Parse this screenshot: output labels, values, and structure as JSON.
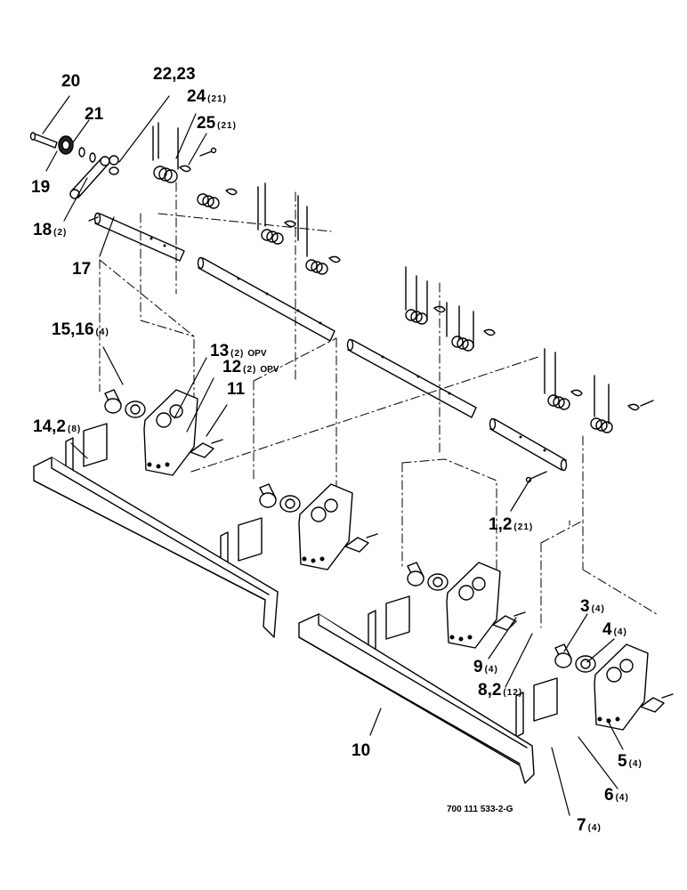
{
  "figure_ref": "700 111 533-2-G",
  "callouts": {
    "c20": {
      "num": "20",
      "qty": "",
      "opv": ""
    },
    "c22_23": {
      "num": "22,23",
      "qty": "",
      "opv": ""
    },
    "c24": {
      "num": "24",
      "qty": "(21)",
      "opv": ""
    },
    "c21": {
      "num": "21",
      "qty": "",
      "opv": ""
    },
    "c25": {
      "num": "25",
      "qty": "(21)",
      "opv": ""
    },
    "c19": {
      "num": "19",
      "qty": "",
      "opv": ""
    },
    "c18": {
      "num": "18",
      "qty": "(2)",
      "opv": ""
    },
    "c17": {
      "num": "17",
      "qty": "",
      "opv": ""
    },
    "c15_16": {
      "num": "15,16",
      "qty": "(4)",
      "opv": ""
    },
    "c13": {
      "num": "13",
      "qty": "(2)",
      "opv": "OPV"
    },
    "c12": {
      "num": "12",
      "qty": "(2)",
      "opv": "OPV"
    },
    "c11": {
      "num": "11",
      "qty": "",
      "opv": ""
    },
    "c14_2": {
      "num": "14,2",
      "qty": "(8)",
      "opv": ""
    },
    "c1_2": {
      "num": "1,2",
      "qty": "(21)",
      "opv": ""
    },
    "c3": {
      "num": "3",
      "qty": "(4)",
      "opv": ""
    },
    "c4": {
      "num": "4",
      "qty": "(4)",
      "opv": ""
    },
    "c9": {
      "num": "9",
      "qty": "(4)",
      "opv": ""
    },
    "c8_2": {
      "num": "8,2",
      "qty": "(12)",
      "opv": ""
    },
    "c10": {
      "num": "10",
      "qty": "",
      "opv": ""
    },
    "c5": {
      "num": "5",
      "qty": "(4)",
      "opv": ""
    },
    "c6": {
      "num": "6",
      "qty": "(4)",
      "opv": ""
    },
    "c7": {
      "num": "7",
      "qty": "(4)",
      "opv": ""
    }
  }
}
